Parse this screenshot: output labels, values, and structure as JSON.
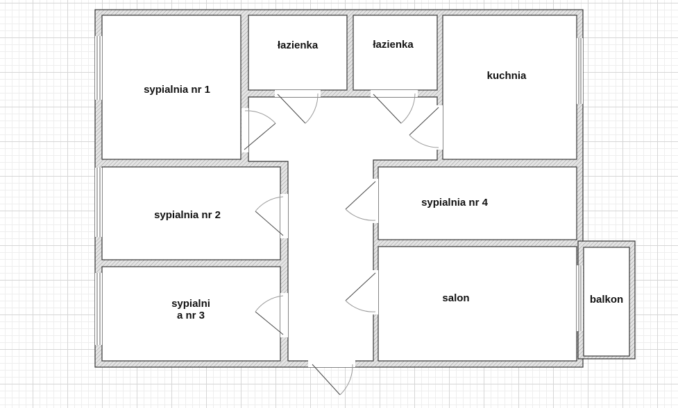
{
  "rooms": {
    "bedroom1": "sypialnia nr 1",
    "bathroom1": "łazienka",
    "bathroom2": "łazienka",
    "kitchen": "kuchnia",
    "bedroom2": "sypialnia nr 2",
    "bedroom3": "sypialni\na nr 3",
    "bedroom4": "sypialnia nr 4",
    "living": "salon",
    "balcony": "balkon"
  },
  "colors": {
    "wall": "#c8c8c8",
    "outline": "#333333"
  }
}
